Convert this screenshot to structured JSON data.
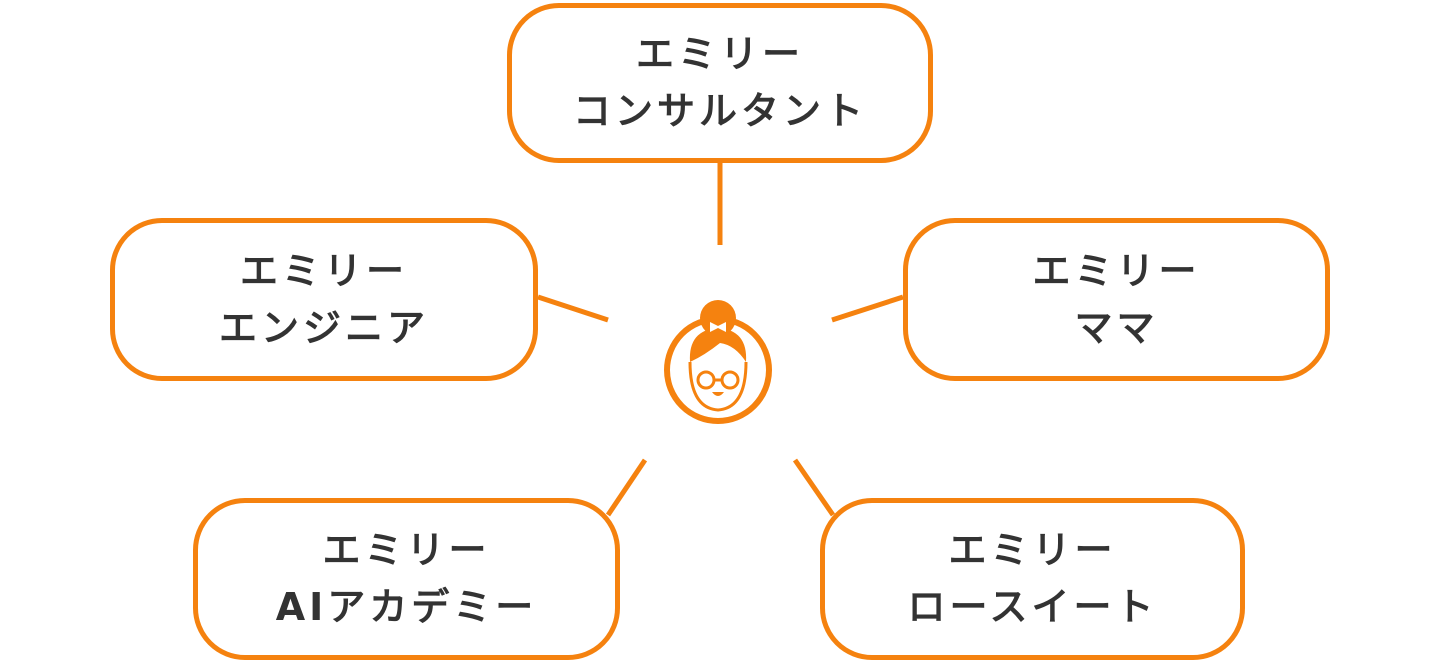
{
  "accent_color": "#f5820f",
  "center": {
    "icon": "emily-avatar-icon"
  },
  "nodes": [
    {
      "line1": "エミリー",
      "line2": "コンサルタント"
    },
    {
      "line1": "エミリー",
      "line2": "エンジニア"
    },
    {
      "line1": "エミリー",
      "line2": "ママ"
    },
    {
      "line1": "エミリー",
      "line2": "AIアカデミー"
    },
    {
      "line1": "エミリー",
      "line2": "ロースイート"
    }
  ]
}
